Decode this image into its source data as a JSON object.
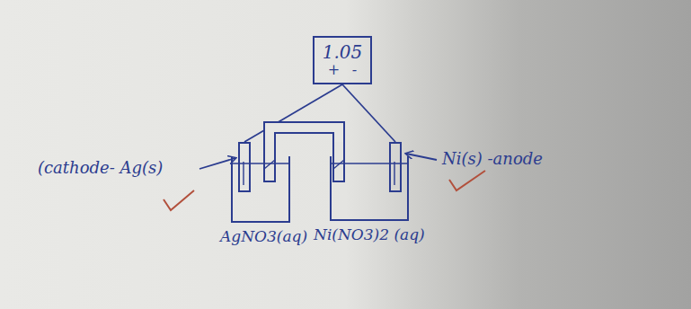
{
  "diagram": {
    "nodes": [
      {
        "text": [
          "1.05",
          "+",
          "-"
        ]
      },
      {
        "text": [
          "AgNO3(aq)"
        ]
      },
      {
        "text": [
          "Ni(NO3)2 (aq)"
        ]
      }
    ],
    "edges": [
      {
        "from": 0,
        "to": 1,
        "arrow": "none"
      },
      {
        "from": 0,
        "to": 2,
        "arrow": "none"
      },
      {
        "from": 1,
        "to": 2,
        "arrow": "none"
      }
    ],
    "labels": [
      "(cathode- Ag(s)",
      "Ni(s) -anode"
    ]
  }
}
